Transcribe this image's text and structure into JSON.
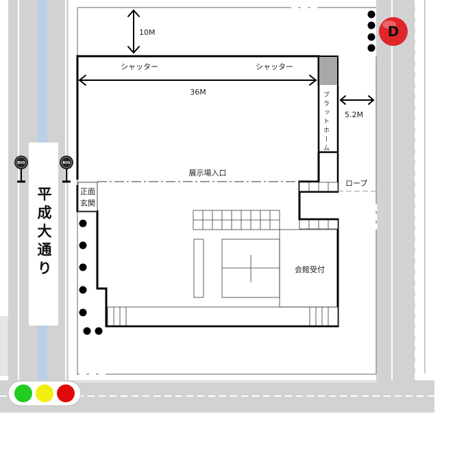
{
  "labels": {
    "dim_setback": "10M",
    "shutter_left": "シャッター",
    "shutter_right": "シャッター",
    "dim_width": "36M",
    "platform": "プラットホーム",
    "dim_side": "5.2M",
    "entrance": "展示場入口",
    "rope": "ロープ",
    "front_entrance_line1": "正面",
    "front_entrance_line2": "玄関",
    "reception": "会館受付",
    "street_name": "平成大通り",
    "bus_stop": "BUS",
    "landmark": "D"
  },
  "colors": {
    "road": "#d2d2d2",
    "road_center_lane": "#b9cfe6",
    "wall": "#000000",
    "landmark_red": "#e0262b",
    "signal_green": "#22cc22",
    "signal_yellow": "#f2ee10",
    "signal_red": "#e00a0a"
  },
  "icons": {
    "landmark": "red-circle-marker-icon",
    "bus_stop": "bus-stop-sign-icon",
    "traffic_signal": "traffic-light-icon",
    "bollards": "black-dot-bollard-icon"
  }
}
